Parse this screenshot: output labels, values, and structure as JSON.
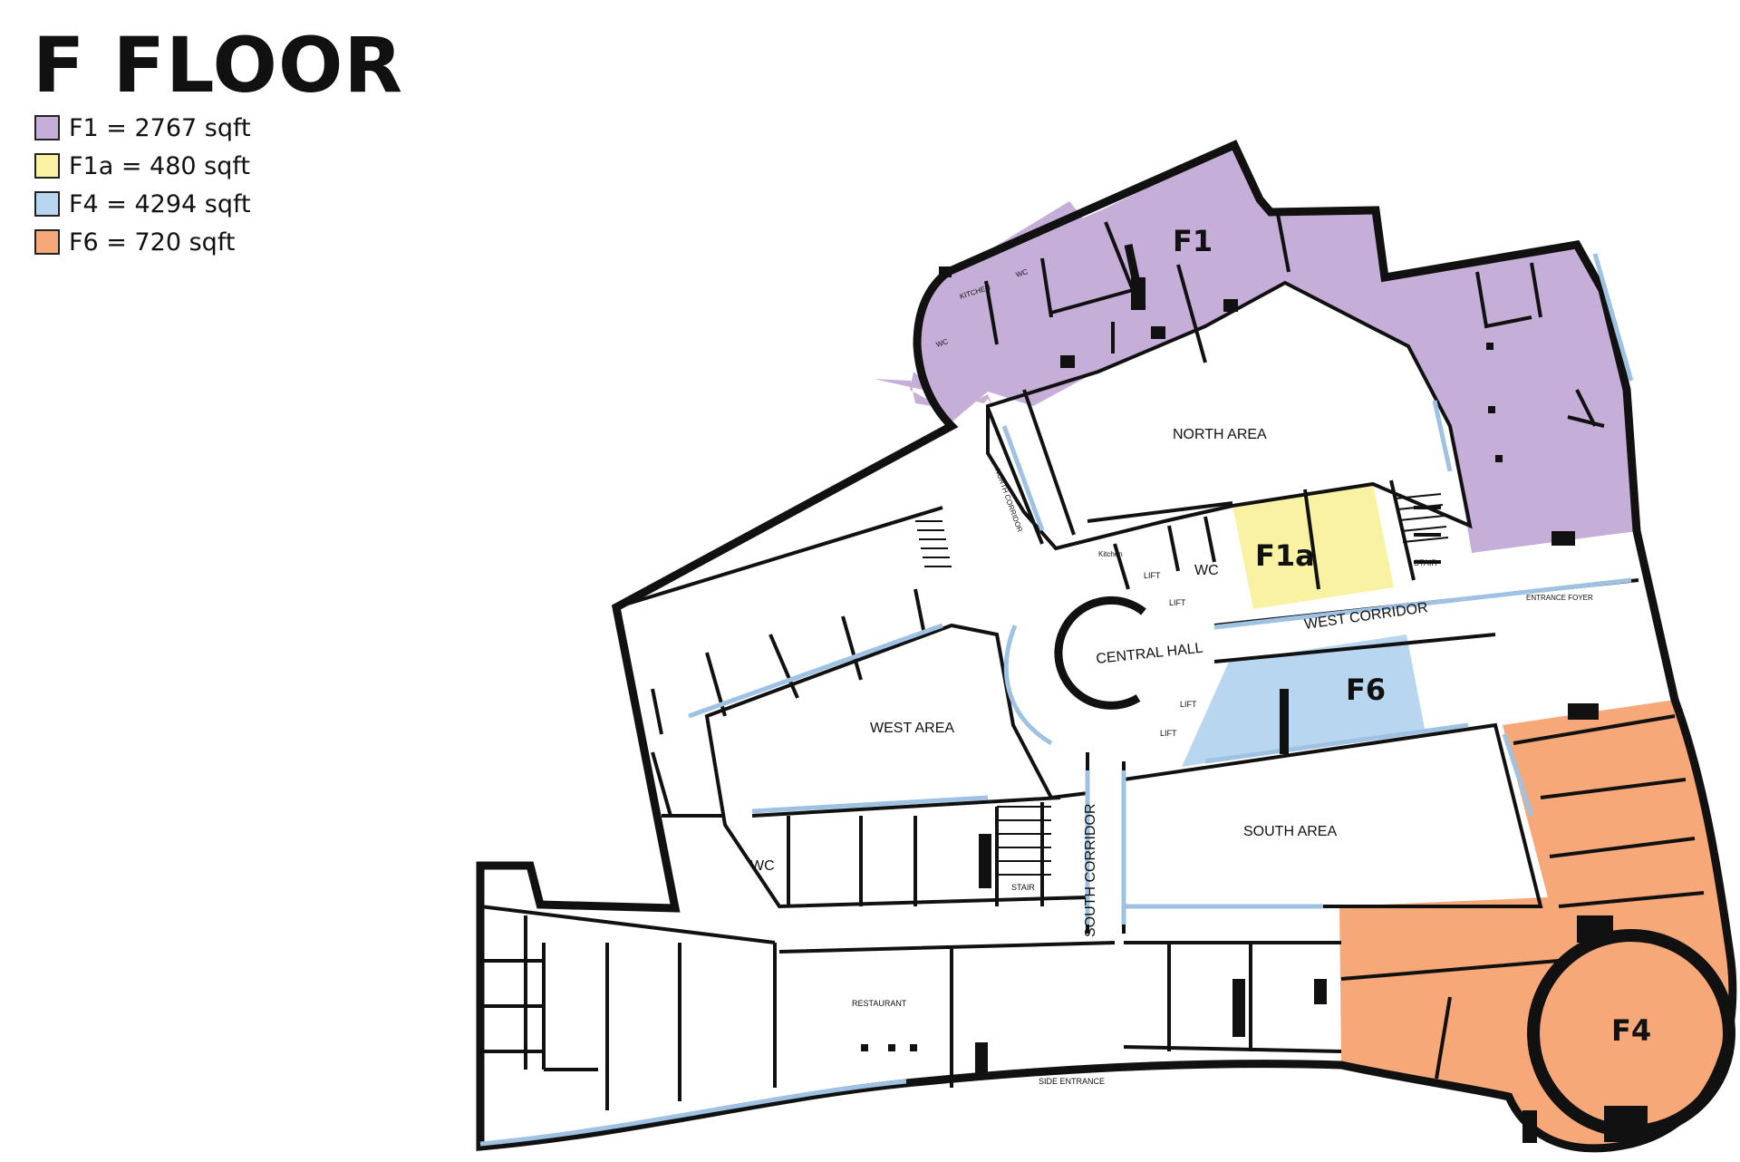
{
  "title": "F FLOOR",
  "legend": [
    {
      "label": "F1 = 2767 sqft",
      "color": "#c5afd8"
    },
    {
      "label": "F1a = 480 sqft",
      "color": "#f8f2a2"
    },
    {
      "label": "F4 = 4294 sqft",
      "color": "#b8d6ef"
    },
    {
      "label": "F6 = 720 sqft",
      "color": "#f7a878"
    }
  ],
  "units": {
    "f1": "F1",
    "f1a": "F1a",
    "f4": "F4",
    "f6": "F6"
  },
  "areas": {
    "north_area": "NORTH AREA",
    "west_area": "WEST AREA",
    "south_area": "SOUTH AREA",
    "central_hall": "CENTRAL HALL",
    "west_corridor": "WEST CORRIDOR",
    "south_corridor": "SOUTH CORRIDOR",
    "north_corridor": "NORTH CORRIDOR",
    "entrance_foyer": "ENTRANCE FOYER",
    "restaurant": "RESTAURANT",
    "side_entrance": "SIDE ENTRANCE"
  },
  "rooms": {
    "kitchen_north": "KITCHEN",
    "wc_north_a": "WC",
    "wc_north_b": "WC",
    "kitchen_central": "Kitchen",
    "wc_central": "WC",
    "wc_west": "WC",
    "lift_1": "LIFT",
    "lift_2": "LIFT",
    "lift_3": "LIFT",
    "lift_4": "LIFT",
    "stair_north": "STAIR",
    "stair_south": "STAIR"
  }
}
